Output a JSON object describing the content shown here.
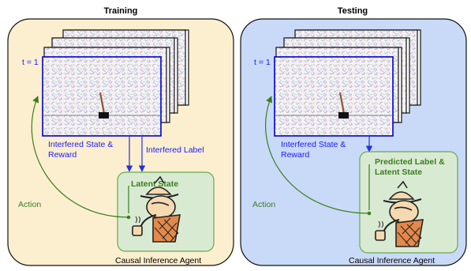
{
  "panels": [
    {
      "title": "Training",
      "timestep_label": "t = 1",
      "state_label_line1": "Interfered State &",
      "state_label_line2": "Reward",
      "side_label": "Interfered Label",
      "box_label_line1": "Latent State",
      "box_label_line2": "",
      "action_label": "Action",
      "agent_label": "Causal Inference Agent",
      "background_color": "#fcefcf"
    },
    {
      "title": "Testing",
      "timestep_label": "t = 1",
      "state_label_line1": "Interfered State &",
      "state_label_line2": "Reward",
      "side_label": "",
      "box_label_line1": "Predicted Label &",
      "box_label_line2": "Latent State",
      "action_label": "Action",
      "agent_label": "Causal Inference Agent",
      "background_color": "#c9daf8"
    }
  ],
  "colors": {
    "frame_border": "#0000cc",
    "arrow_blue": "#2233dd",
    "arrow_green": "#3a7d1e",
    "agent_box": "#d9ead3",
    "agent_box_border": "#6aa84f"
  },
  "icons": [
    "cartpole-icon",
    "detective-agent-icon",
    "pipe-icon"
  ]
}
